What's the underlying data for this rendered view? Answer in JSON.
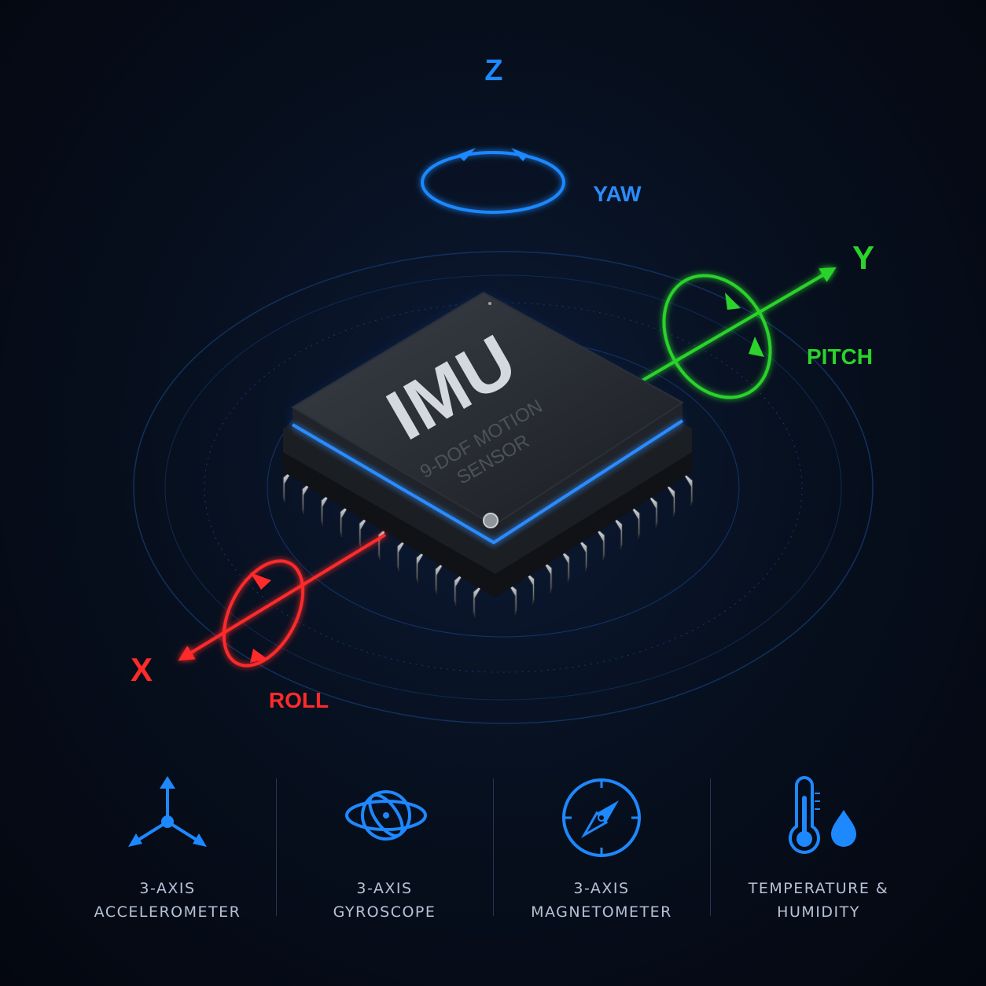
{
  "chip": {
    "title": "IMU",
    "subtitle_line1": "9-DOF MOTION",
    "subtitle_line2": "SENSOR"
  },
  "axes": {
    "z": {
      "label": "Z",
      "rotation": "YAW",
      "color": "#1e88ff"
    },
    "y": {
      "label": "Y",
      "rotation": "PITCH",
      "color": "#2bd32b"
    },
    "x": {
      "label": "X",
      "rotation": "ROLL",
      "color": "#ff2a2a"
    }
  },
  "features": [
    {
      "line1": "3-AXIS",
      "line2": "ACCELEROMETER",
      "icon": "axes-icon"
    },
    {
      "line1": "3-AXIS",
      "line2": "GYROSCOPE",
      "icon": "gyroscope-icon"
    },
    {
      "line1": "3-AXIS",
      "line2": "MAGNETOMETER",
      "icon": "compass-icon"
    },
    {
      "line1": "TEMPERATURE &",
      "line2": "HUMIDITY",
      "icon": "thermometer-droplet-icon"
    }
  ],
  "colors": {
    "accent": "#1e88ff",
    "background": "#07101f"
  }
}
